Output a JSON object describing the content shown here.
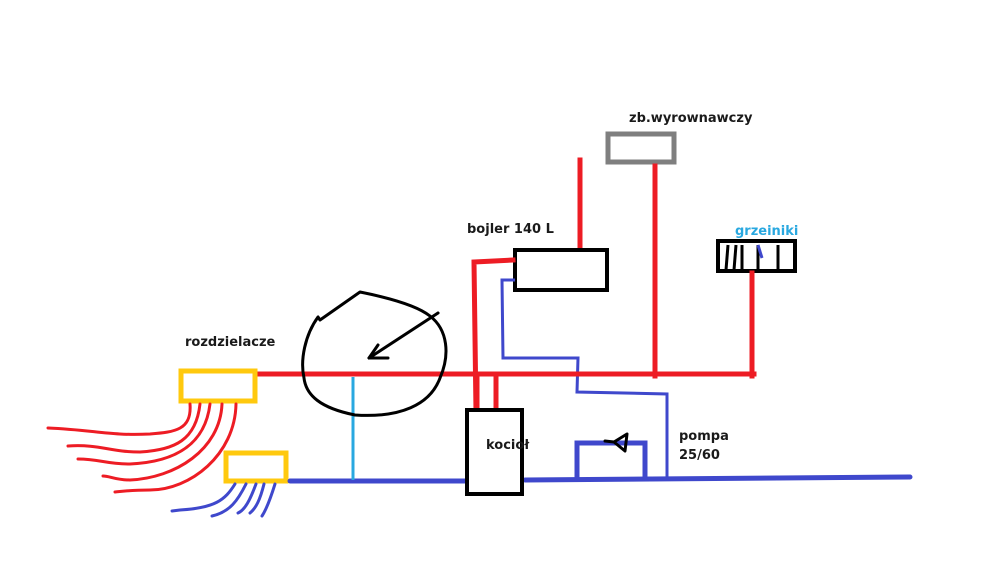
{
  "diagram": {
    "type": "heating-system-schematic",
    "labels": {
      "expansion_tank": "zb.wyrownawczy",
      "boiler_tank": "bojler 140 L",
      "radiators": "grzeiniki",
      "manifolds": "rozdzielacze",
      "furnace": "kocioł",
      "pump_name": "pompa",
      "pump_model": "25/60"
    },
    "colors": {
      "hot_pipe": "#ed1c24",
      "cold_pipe": "#3f48cc",
      "bypass_pipe": "#29a8e0",
      "manifold_box": "#ffc90e",
      "expansion_tank_box": "#7f7f7f",
      "component_outline": "#000000"
    },
    "components": [
      {
        "id": "expansion-tank",
        "label_key": "expansion_tank"
      },
      {
        "id": "boiler-tank",
        "label_key": "boiler_tank"
      },
      {
        "id": "radiators",
        "label_key": "radiators"
      },
      {
        "id": "manifold-supply",
        "label_key": "manifolds"
      },
      {
        "id": "manifold-return"
      },
      {
        "id": "furnace",
        "label_key": "furnace"
      },
      {
        "id": "pump",
        "label_key": "pump_name"
      },
      {
        "id": "annotation-circle"
      }
    ]
  }
}
